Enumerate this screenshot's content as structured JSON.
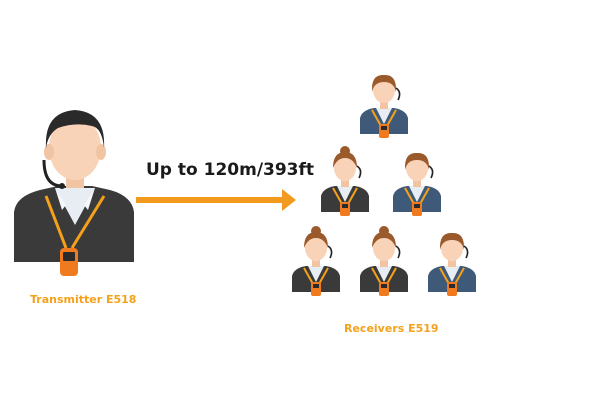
{
  "diagram": {
    "range_label": "Up to 120m/393ft",
    "transmitter_label": "Transmitter E518",
    "receivers_label": "Receivers E519"
  },
  "colors": {
    "accent": "#f5a11c",
    "arrow": "#f39a1e",
    "skin": "#f9d3b8",
    "hair_brown": "#9a5a2c",
    "hair_dark": "#2a2a2a",
    "suit_dark": "#3a3a3a",
    "suit_blue": "#3f5a78",
    "shirt": "#e7edf3",
    "device": "#f07a1e"
  },
  "receivers": [
    {
      "id": "r1",
      "type": "male-blue"
    },
    {
      "id": "r2",
      "type": "female-dark"
    },
    {
      "id": "r3",
      "type": "male-blue"
    },
    {
      "id": "r4",
      "type": "female-dark"
    },
    {
      "id": "r5",
      "type": "female-dark"
    },
    {
      "id": "r6",
      "type": "male-blue"
    }
  ]
}
